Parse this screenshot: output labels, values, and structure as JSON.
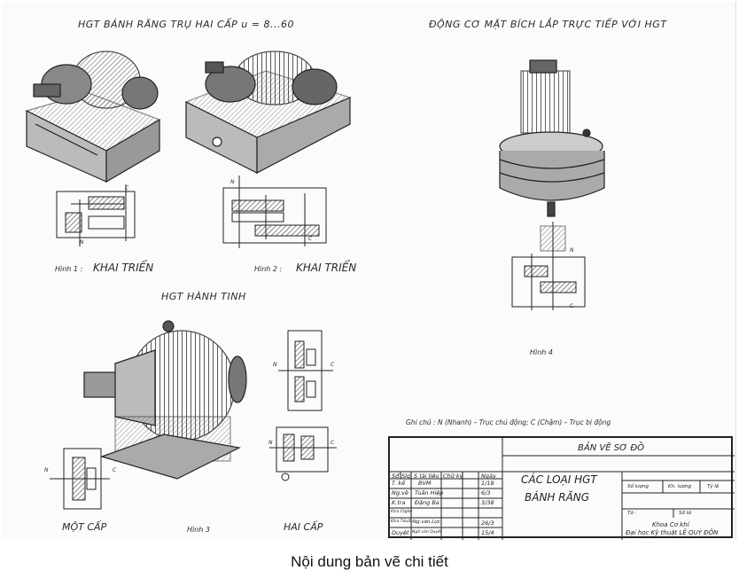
{
  "drawing": {
    "title_top_left": "HGT BÁNH RĂNG TRỤ HAI CẤP u = 8...60",
    "title_top_right": "ĐỘNG CƠ MẶT BÍCH LẮP TRỰC TIẾP VỚI HGT",
    "title_planetary": "HGT HÀNH TINH",
    "fig1_prefix": "Hình 1 :",
    "fig1_label": "KHAI TRIỂN",
    "fig2_prefix": "Hình 2 :",
    "fig2_label": "KHAI TRIỂN",
    "fig3": "Hình 3",
    "fig4": "Hình 4",
    "mot_cap": "MỘT CẤP",
    "hai_cap": "HAI CẤP",
    "note": "Ghi chú : N (Nhanh) – Trục chủ động; C (Chậm) – Trục bị động",
    "marks": {
      "n": "N",
      "c": "C"
    }
  },
  "title_block": {
    "header": "BẢN VẼ SƠ ĐỒ",
    "name_line1": "CÁC LOẠI HGT",
    "name_line2": "BÁNH RĂNG",
    "col_headers": [
      "Sđ",
      "Slg",
      "S tài liệu",
      "Chữ ký",
      "Ngày"
    ],
    "rows": [
      {
        "role": "T. kế",
        "name": "BVM",
        "date": "1/18"
      },
      {
        "role": "Ng.vẽ",
        "name": "Tuấn Hiệp",
        "date": "6/3"
      },
      {
        "role": "K.tra",
        "name": "Đặng Ba",
        "date": "3/38"
      },
      {
        "role": "Ktra Ctghệ",
        "name": "",
        "date": ""
      },
      {
        "role": "Ktra Tduẩn",
        "name": "Ng.văn.Lực",
        "date": "26/3"
      },
      {
        "role": "Duyệt",
        "name": "Ngô văn Quyết",
        "date": "15/4"
      }
    ],
    "right_headers": [
      "Số lượng",
      "Kh. lượng",
      "Tỷ lệ"
    ],
    "sheet_label": "Tờ :",
    "sheets_label": "Số tờ",
    "dept": "Khoa Cơ khí",
    "school": "Đại học Kỹ thuật LÊ QUÝ ĐÔN"
  },
  "caption": "Nội dung bản vẽ chi tiết"
}
